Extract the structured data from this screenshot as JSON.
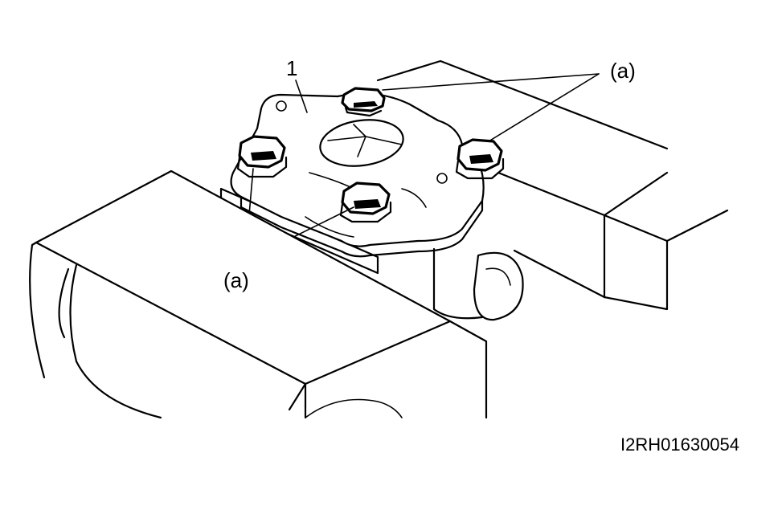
{
  "labels": {
    "part_number": "1",
    "bolt_label_top": "(a)",
    "bolt_label_bottom": "(a)"
  },
  "figure_code": "I2RH01630054"
}
